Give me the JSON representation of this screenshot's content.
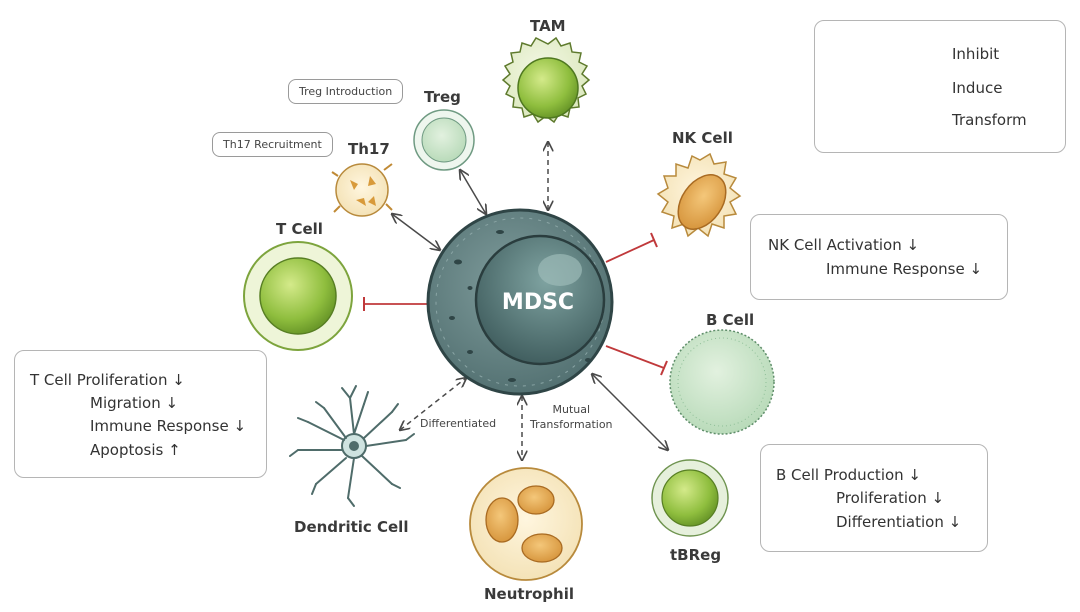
{
  "center": {
    "label": "MDSC"
  },
  "cells": {
    "tam": "TAM",
    "treg": "Treg",
    "th17": "Th17",
    "tcell": "T Cell",
    "nkcell": "NK Cell",
    "bcell": "B Cell",
    "tbreg": "tBReg",
    "neutrophil": "Neutrophil",
    "dendritic": "Dendritic Cell"
  },
  "tags": {
    "treg_intro": "Treg Introduction",
    "th17_recruit": "Th17 Recruitment"
  },
  "annotations": {
    "differentiated": "Differentiated",
    "mutual": "Mutual\nTransformation"
  },
  "legend": {
    "inhibit": "Inhibit",
    "induce": "Induce",
    "transform": "Transform"
  },
  "effects": {
    "tcell": [
      "T Cell Proliferation ↓",
      "Migration ↓",
      "Immune Response ↓",
      "Apoptosis ↑"
    ],
    "nkcell": [
      "NK Cell Activation ↓",
      "Immune Response ↓"
    ],
    "bcell": [
      "B Cell Production ↓",
      "Proliferation ↓",
      "Differentiation ↓"
    ]
  },
  "colors": {
    "inhibit": "#c0393b",
    "arrow": "#4a4a4a",
    "mdsc": "#5f7f80",
    "green": "#9cc64a",
    "orange": "#e0a64a"
  }
}
